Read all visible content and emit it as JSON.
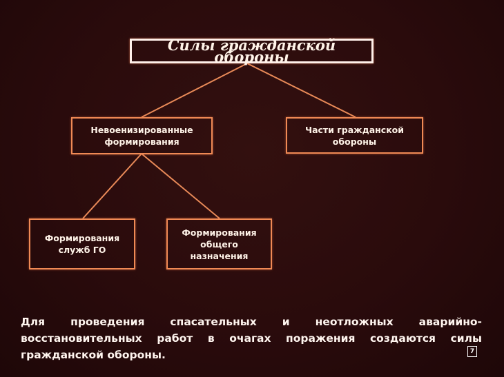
{
  "diagram": {
    "root": "Силы гражданской обороны",
    "level1": [
      "Невоенизированные\nформирования",
      "Части гражданской\nобороны"
    ],
    "level2": [
      "Формирования\nслужб ГО",
      "Формирования\nобщего\nназначения"
    ]
  },
  "caption": "Для проведения спасательных и неотложных аварийно-восстановительных работ в очагах поражения создаются силы гражданской обороны.",
  "page_number": "7",
  "colors": {
    "background": "#2a0a0b",
    "connector": "#f08a55",
    "root_border": "#fff0ea"
  }
}
